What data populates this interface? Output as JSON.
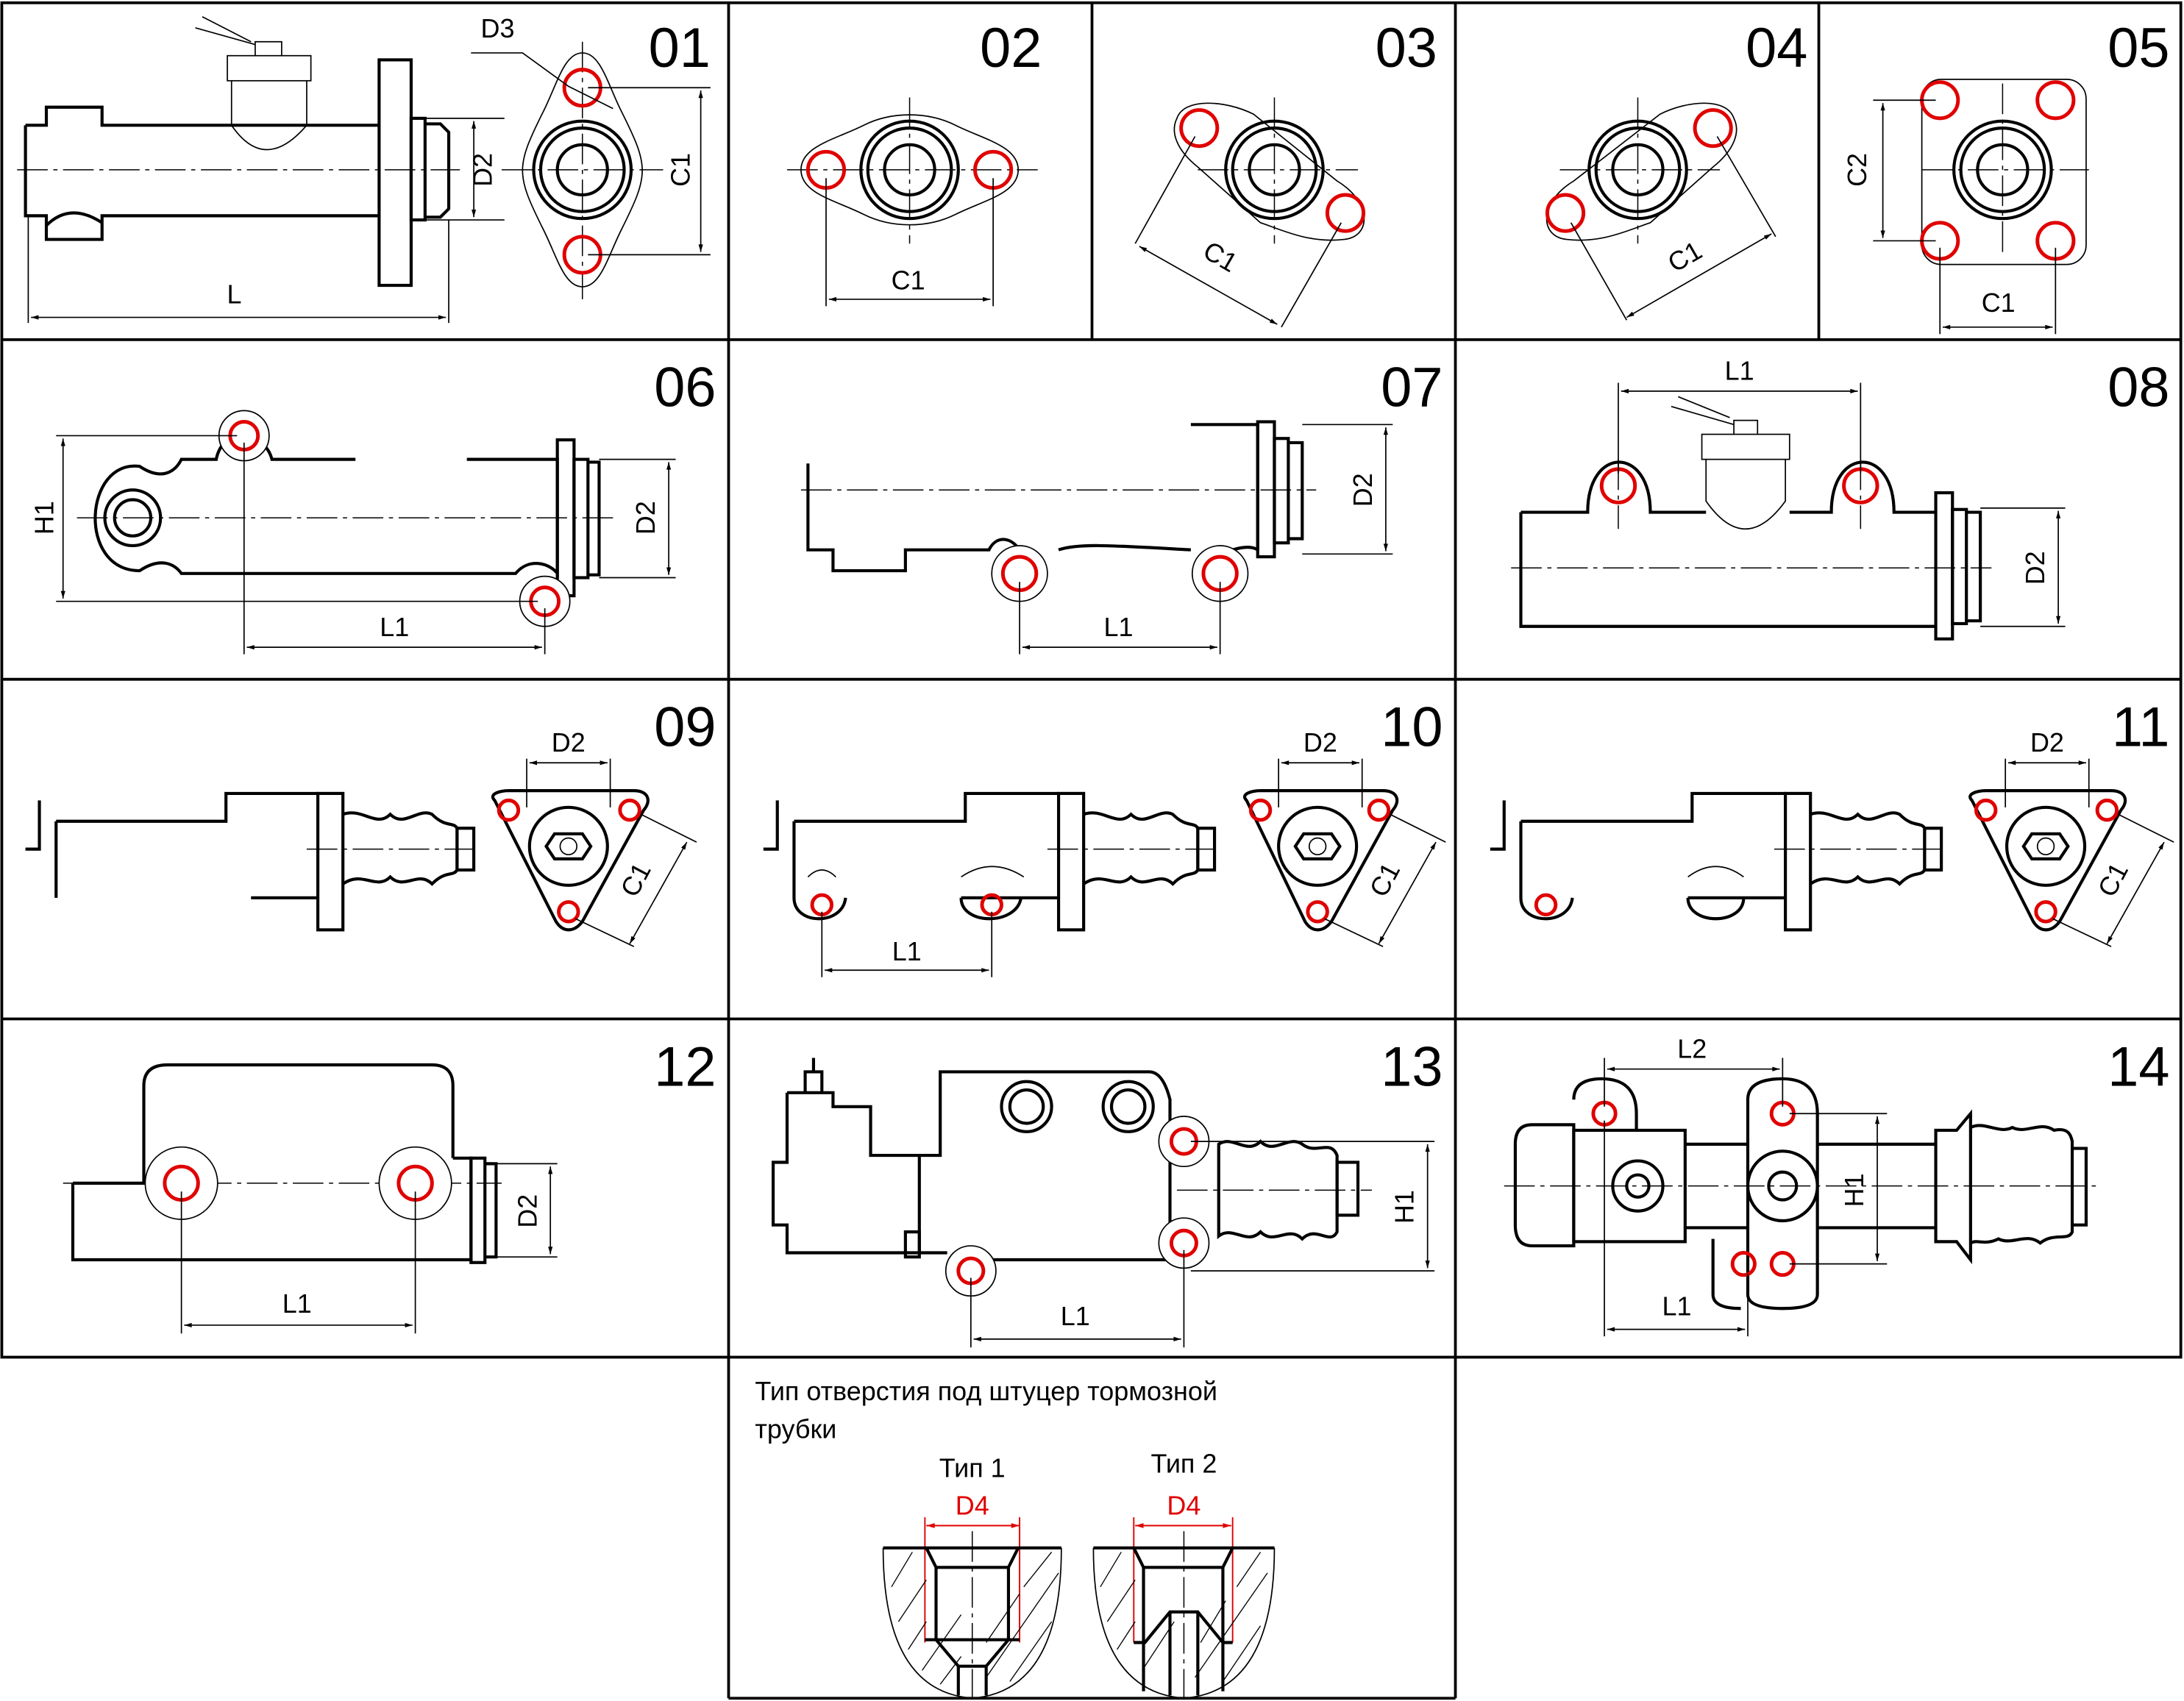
{
  "cells": [
    {
      "number": "01",
      "dims": {
        "d3": "D3",
        "d2": "D2",
        "c1": "C1",
        "l": "L"
      }
    },
    {
      "number": "02",
      "dims": {
        "c1": "C1"
      }
    },
    {
      "number": "03",
      "dims": {
        "c1": "C1"
      }
    },
    {
      "number": "04",
      "dims": {
        "c1": "C1"
      }
    },
    {
      "number": "05",
      "dims": {
        "c1": "C1",
        "c2": "C2"
      }
    },
    {
      "number": "06",
      "dims": {
        "h1": "H1",
        "d2": "D2",
        "l1": "L1"
      }
    },
    {
      "number": "07",
      "dims": {
        "d2": "D2",
        "l1": "L1"
      }
    },
    {
      "number": "08",
      "dims": {
        "l1": "L1",
        "d2": "D2"
      }
    },
    {
      "number": "09",
      "dims": {
        "d2": "D2",
        "c1": "C1"
      }
    },
    {
      "number": "10",
      "dims": {
        "d2": "D2",
        "c1": "C1",
        "l1": "L1"
      }
    },
    {
      "number": "11",
      "dims": {
        "d2": "D2",
        "c1": "C1"
      }
    },
    {
      "number": "12",
      "dims": {
        "d2": "D2",
        "l1": "L1"
      }
    },
    {
      "number": "13",
      "dims": {
        "h1": "H1",
        "l1": "L1"
      }
    },
    {
      "number": "14",
      "dims": {
        "l2": "L2",
        "h1": "H1",
        "l1": "L1"
      }
    }
  ],
  "fitting_hole": {
    "title_line1": "Тип отверстия под штуцер тормозной",
    "title_line2": "трубки",
    "type1": {
      "label": "Тип 1",
      "dim": "D4"
    },
    "type2": {
      "label": "Тип 2",
      "dim": "D4"
    }
  },
  "colors": {
    "mount_hole": "#e00000",
    "line": "#000000"
  }
}
